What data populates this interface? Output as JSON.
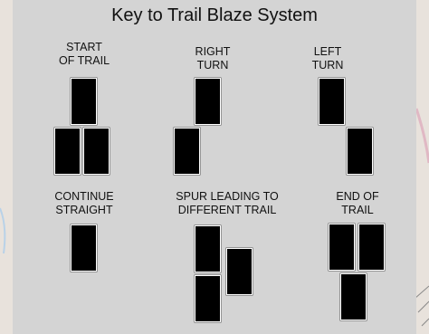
{
  "title": "Key to Trail Blaze System",
  "legend": {
    "start_of_trail": [
      "START",
      "OF TRAIL"
    ],
    "right_turn": [
      "RIGHT",
      "TURN"
    ],
    "left_turn": [
      "LEFT",
      "TURN"
    ],
    "continue_straight": [
      "CONTINUE",
      "STRAIGHT"
    ],
    "spur": [
      "SPUR LEADING TO",
      "DIFFERENT TRAIL"
    ],
    "end_of_trail": [
      "END OF",
      "TRAIL"
    ]
  },
  "colors": {
    "panel": "#d4d4d4",
    "blaze": "#000000",
    "blaze_border": "#ffffff",
    "text": "#111111"
  }
}
